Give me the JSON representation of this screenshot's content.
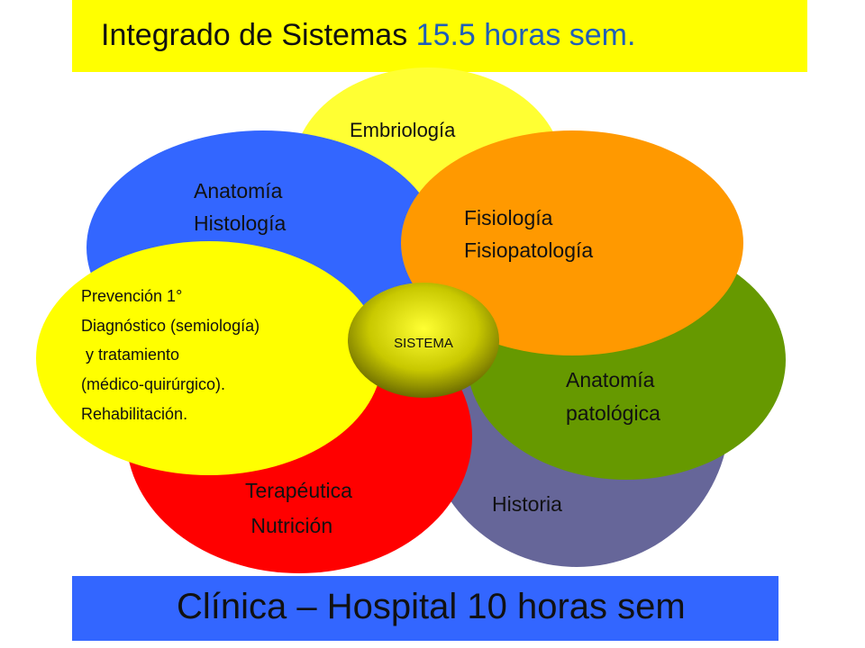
{
  "header": {
    "title_main": "Integrado de Sistemas",
    "title_hours": "15.5  horas sem."
  },
  "footer": {
    "label": "Clínica – Hospital 10 horas sem"
  },
  "diagram": {
    "embriologia": "Embriología",
    "anatomia": [
      "Anatomía",
      "Histología"
    ],
    "fisiologia": [
      "Fisiología",
      "Fisiopatología"
    ],
    "prevencion": [
      "Prevención 1°",
      "Diagnóstico (semiología)",
      " y tratamiento",
      "(médico-quirúrgico).",
      "Rehabilitación."
    ],
    "anat_patologica": [
      "Anatomía",
      "patológica"
    ],
    "terapeutica": [
      "Terapéutica",
      " Nutrición"
    ],
    "historia": "Historia",
    "center": "SISTEMA"
  },
  "colors": {
    "banner_top": "#ffff00",
    "banner_bottom": "#3366ff",
    "accent_text": "#1f5fb8",
    "embriologia": "#ffff33",
    "anatomia": "#3366ff",
    "fisiologia": "#ff9900",
    "prevencion": "#ffff00",
    "anat_patologica": "#669900",
    "terapeutica": "#ff0000",
    "historia": "#666699",
    "center": "#999900"
  }
}
